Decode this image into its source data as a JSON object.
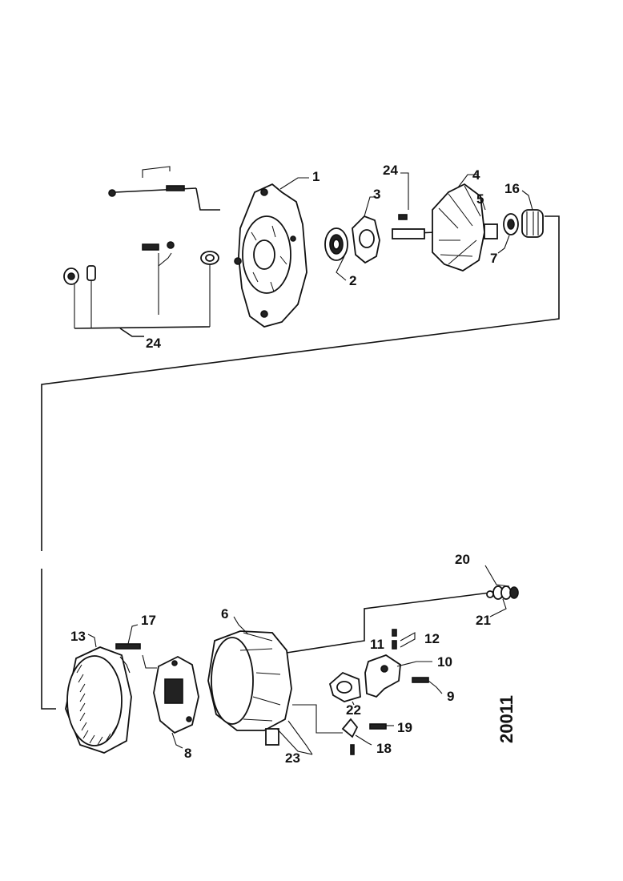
{
  "diagram": {
    "labels": {
      "p1": "1",
      "p2": "2",
      "p3": "3",
      "p4": "4",
      "p5": "5",
      "p6": "6",
      "p7": "7",
      "p8": "8",
      "p9": "9",
      "p10": "10",
      "p11": "11",
      "p12": "12",
      "p13": "13",
      "p16": "16",
      "p17": "17",
      "p18": "18",
      "p19": "19",
      "p20": "20",
      "p21": "21",
      "p22": "22",
      "p23": "23",
      "p24_top": "24",
      "p24_bottom": "24"
    },
    "drawing_number": "20011"
  }
}
